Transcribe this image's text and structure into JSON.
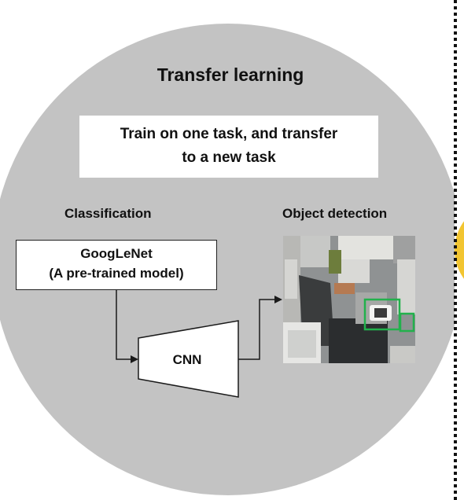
{
  "title": "Transfer learning",
  "subtitle_lines": [
    "Train on one task, and transfer",
    "to a new task"
  ],
  "left_label": "Classification",
  "right_label": "Object detection",
  "pretrained_model_lines": [
    "GoogLeNet",
    "(A pre-trained model)"
  ],
  "network_label": "CNN",
  "colors": {
    "circle_fill": "#c3c3c3",
    "box_fill": "#ffffff",
    "stroke": "#1a1a1a",
    "detection_box": "#22b14c",
    "edge_yellow": "#f2c531"
  },
  "image_description_icon": "aerial-drone-photo"
}
